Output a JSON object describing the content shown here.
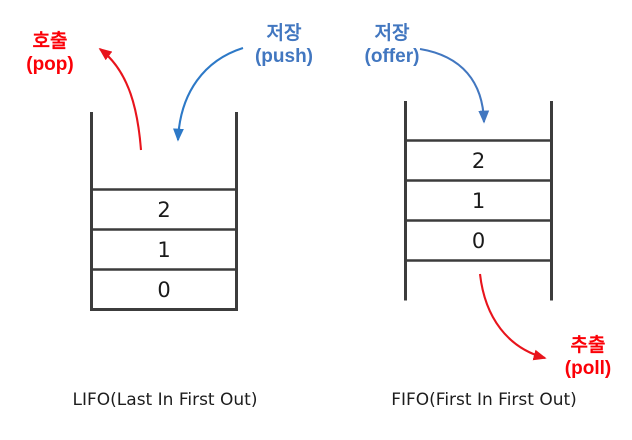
{
  "diagram": {
    "title": "LIFO and FIFO data structure comparison",
    "background_color": "#ffffff",
    "colors": {
      "red": "#fb0007",
      "blue": "#4277c0",
      "outline": "#3c3c3c",
      "text": "#1d1d1d"
    }
  },
  "lifo": {
    "caption": "LIFO(Last In First Out)",
    "structure": "stack",
    "cells": [
      {
        "value": "2"
      },
      {
        "value": "1"
      },
      {
        "value": "0"
      }
    ],
    "annotations": {
      "out": {
        "ko": "호출",
        "en": "(pop)",
        "color": "#fb0007",
        "direction": "out-top-left"
      },
      "in": {
        "ko": "저장",
        "en": "(push)",
        "color": "#4277c0",
        "direction": "in-top"
      }
    }
  },
  "fifo": {
    "caption": "FIFO(First In First Out)",
    "structure": "queue",
    "cells": [
      {
        "value": "2"
      },
      {
        "value": "1"
      },
      {
        "value": "0"
      }
    ],
    "annotations": {
      "in": {
        "ko": "저장",
        "en": "(offer)",
        "color": "#4277c0",
        "direction": "in-top"
      },
      "out": {
        "ko": "추출",
        "en": "(poll)",
        "color": "#fb0007",
        "direction": "out-bottom-right"
      }
    }
  }
}
